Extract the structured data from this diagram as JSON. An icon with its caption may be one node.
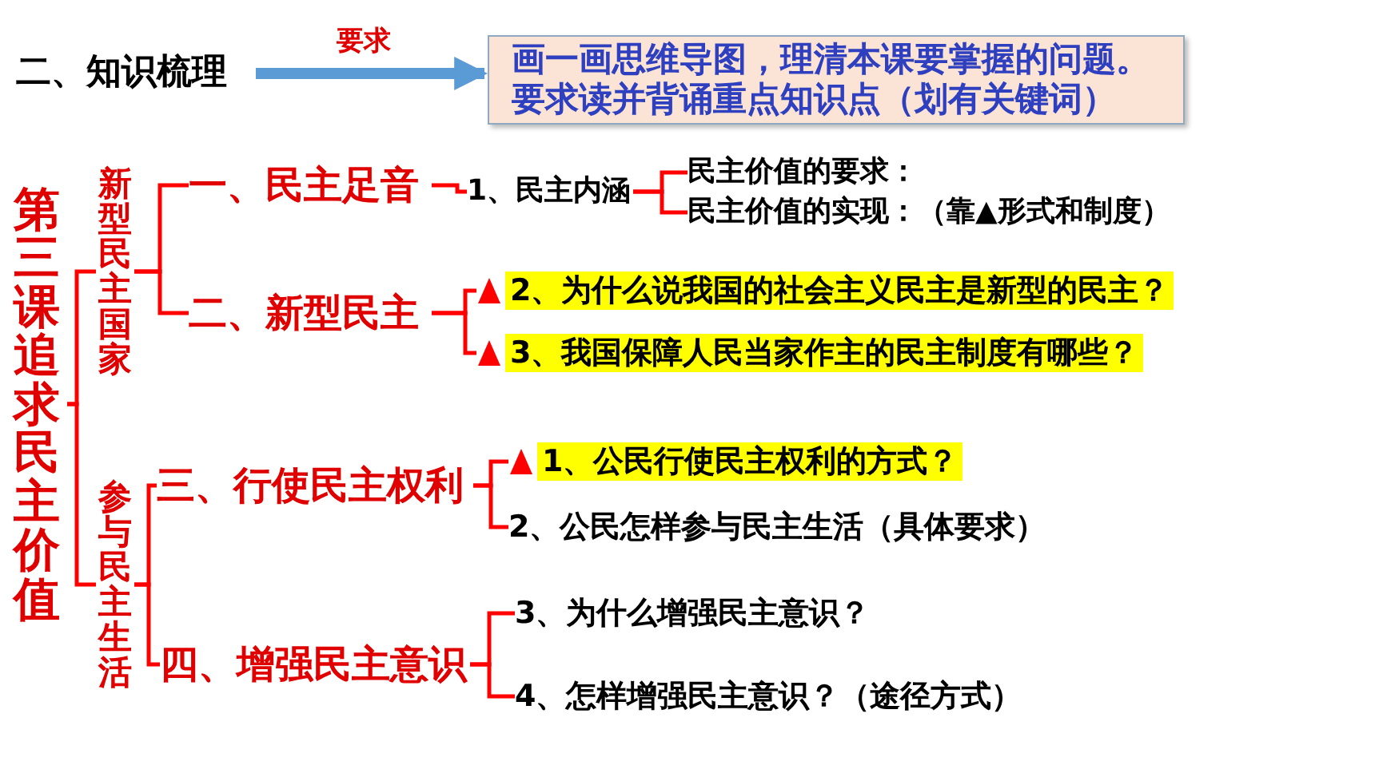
{
  "diagram": {
    "nodes": [
      {
        "text": [
          "二、知识梳理"
        ]
      },
      {
        "text": [
          "画一画思维导图，理清本课要掌握的问题。要求读并背诵重点知识点（划有关键词）"
        ]
      },
      {
        "text": [
          "第三课追求民主价值"
        ]
      },
      {
        "text": [
          "新型民主国家"
        ]
      },
      {
        "text": [
          "参与民主生活"
        ]
      },
      {
        "text": [
          "一、民主足音"
        ]
      },
      {
        "text": [
          "二、新型民主"
        ]
      },
      {
        "text": [
          "三、行使民主权利"
        ]
      },
      {
        "text": [
          "四、增强民主意识"
        ]
      },
      {
        "text": [
          "1、民主内涵"
        ]
      },
      {
        "text": [
          "民主价值的要求："
        ]
      },
      {
        "text": [
          "民主价值的实现：（靠▲形式和制度）"
        ]
      },
      {
        "text": [
          "2、为什么说我国的社会主义民主是新型的民主？"
        ]
      },
      {
        "text": [
          "3、我国保障人民当家作主的民主制度有哪些？"
        ]
      },
      {
        "text": [
          "1、公民行使民主权利的方式？"
        ]
      },
      {
        "text": [
          "2、公民怎样参与民主生活（具体要求）"
        ]
      },
      {
        "text": [
          "3、为什么增强民主意识？"
        ]
      },
      {
        "text": [
          "4、怎样增强民主意识？（途径方式）"
        ]
      }
    ],
    "edges": [
      {
        "from": 0,
        "to": 1,
        "arrow": "to",
        "label": "要求",
        "style": "thick",
        "color": "#5b9bd5"
      },
      {
        "from": 2,
        "to": 3,
        "arrow": "none"
      },
      {
        "from": 2,
        "to": 4,
        "arrow": "none"
      },
      {
        "from": 3,
        "to": 5,
        "arrow": "none"
      },
      {
        "from": 3,
        "to": 6,
        "arrow": "none"
      },
      {
        "from": 4,
        "to": 7,
        "arrow": "none"
      },
      {
        "from": 4,
        "to": 8,
        "arrow": "none"
      },
      {
        "from": 5,
        "to": 9,
        "arrow": "none"
      },
      {
        "from": 9,
        "to": 10,
        "arrow": "none"
      },
      {
        "from": 9,
        "to": 11,
        "arrow": "none"
      },
      {
        "from": 6,
        "to": 12,
        "arrow": "none"
      },
      {
        "from": 6,
        "to": 13,
        "arrow": "none"
      },
      {
        "from": 7,
        "to": 14,
        "arrow": "none"
      },
      {
        "from": 7,
        "to": 15,
        "arrow": "none"
      },
      {
        "from": 8,
        "to": 16,
        "arrow": "none"
      },
      {
        "from": 8,
        "to": 17,
        "arrow": "none"
      }
    ]
  }
}
